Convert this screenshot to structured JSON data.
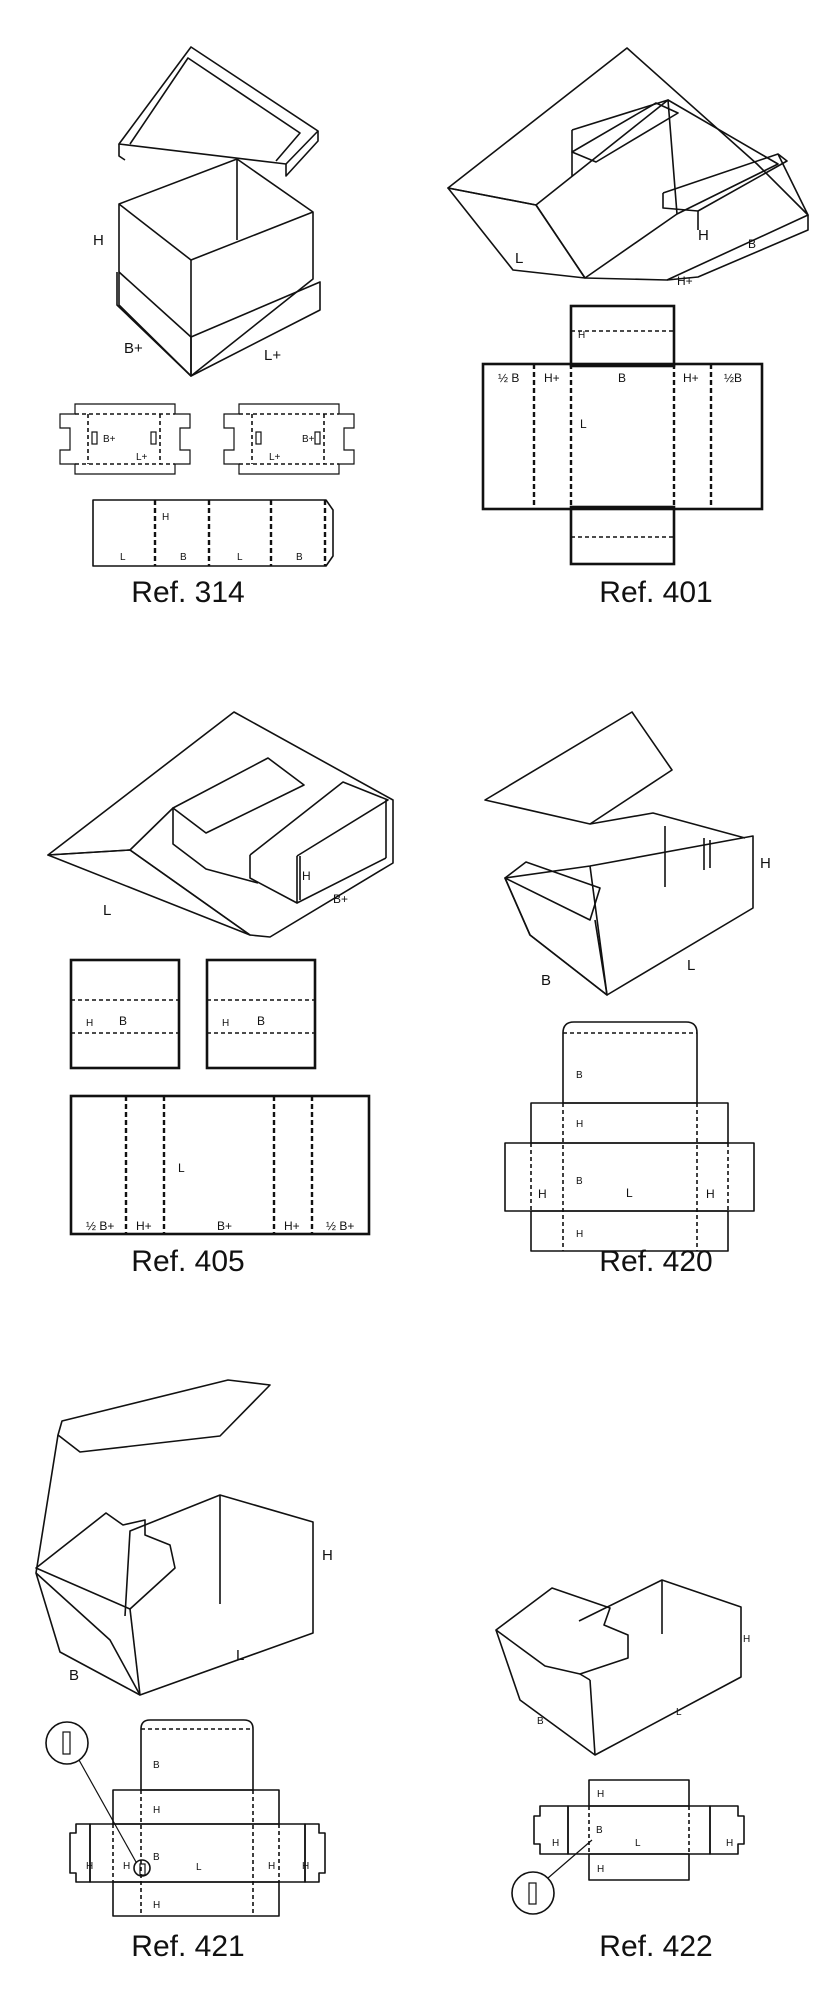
{
  "colors": {
    "line": "#111111",
    "background": "#ffffff"
  },
  "items": [
    {
      "ref": "Ref. 314",
      "labels": {
        "H": "H",
        "B_plus": "B+",
        "L_plus": "L+",
        "L": "L",
        "B": "B"
      }
    },
    {
      "ref": "Ref. 401",
      "labels": {
        "L": "L",
        "H": "H",
        "B": "B",
        "H_plus": "H+",
        "half_B": "½ B",
        "half_B2": "½B"
      }
    },
    {
      "ref": "Ref. 405",
      "labels": {
        "L": "L",
        "H": "H",
        "B_plus": "B+",
        "B": "B",
        "half_B_plus": "½ B+",
        "H_plus": "H+"
      }
    },
    {
      "ref": "Ref. 420",
      "labels": {
        "H": "H",
        "B": "B",
        "L": "L"
      }
    },
    {
      "ref": "Ref. 421",
      "labels": {
        "H": "H",
        "B": "B",
        "L": "L"
      }
    },
    {
      "ref": "Ref. 422",
      "labels": {
        "H": "H",
        "B": "B",
        "L": "L"
      }
    }
  ]
}
